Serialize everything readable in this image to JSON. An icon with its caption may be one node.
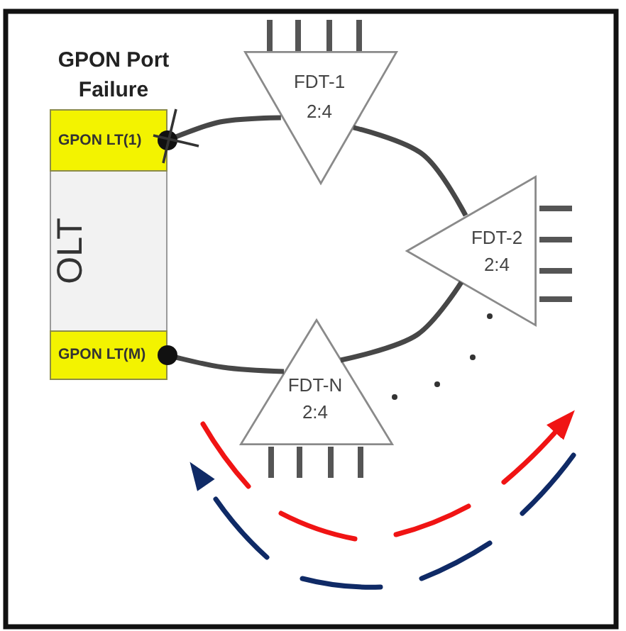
{
  "diagram": {
    "nodes": [
      {
        "text": [
          "OLT"
        ]
      },
      {
        "text": [
          "GPON LT(1)"
        ],
        "in": 0,
        "beside": [
          "GPON Port Failure"
        ]
      },
      {
        "text": [
          "GPON LT(M)"
        ],
        "in": 0
      },
      {
        "text": [
          "FDT-1",
          "2:4"
        ]
      },
      {
        "text": [
          "FDT-2",
          "2:4"
        ]
      },
      {
        "text": [
          "FDT-N",
          "2:4"
        ]
      }
    ],
    "edges": [
      {
        "from": 1,
        "to": 3,
        "arrow": "other"
      },
      {
        "from": 3,
        "to": 4,
        "arrow": "none"
      },
      {
        "from": 4,
        "to": 5,
        "arrow": "none"
      },
      {
        "from": 2,
        "to": 5,
        "arrow": "other"
      }
    ]
  }
}
